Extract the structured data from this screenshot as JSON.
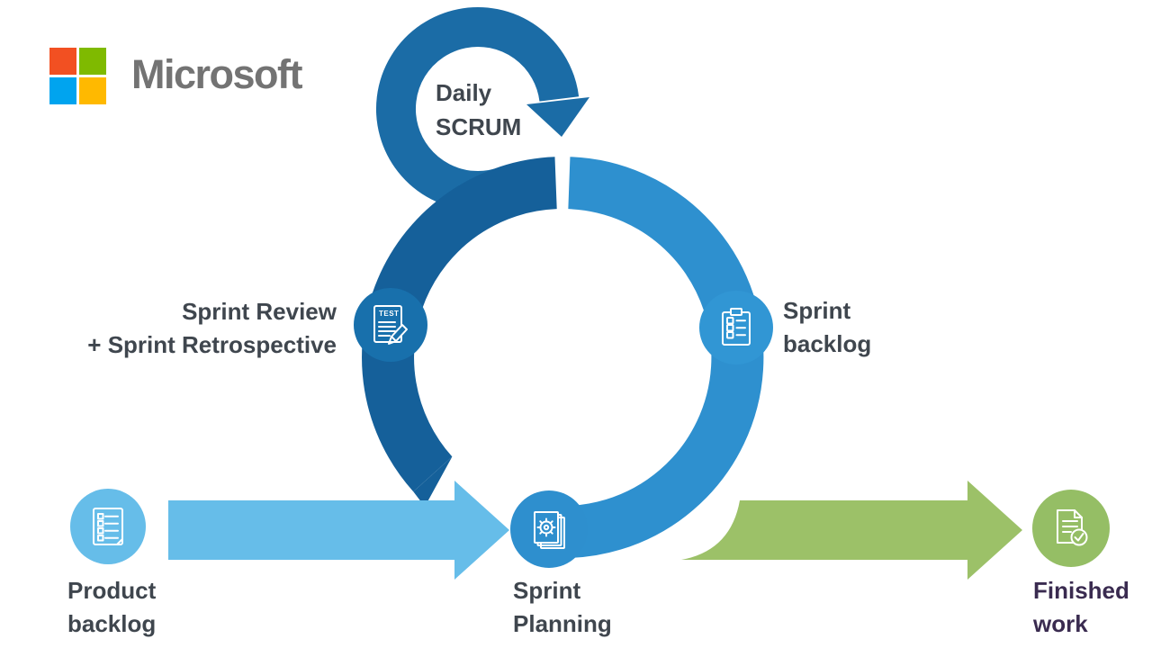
{
  "brand": {
    "name": "Microsoft",
    "text_color": "#737373",
    "squares": {
      "top_left": "#F25022",
      "top_right": "#7FBA00",
      "bottom_left": "#00A4EF",
      "bottom_right": "#FFB900"
    }
  },
  "diagram": {
    "nodes": {
      "daily": {
        "line1": "Daily",
        "line2": "SCRUM"
      },
      "sprint_review": {
        "line1": "Sprint Review",
        "line2": "+ Sprint Retrospective"
      },
      "sprint_backlog": {
        "line1": "Sprint",
        "line2": "backlog"
      },
      "product_backlog": {
        "line1": "Product",
        "line2": "backlog"
      },
      "sprint_planning": {
        "line1": "Sprint",
        "line2": "Planning"
      },
      "finished_work": {
        "line1": "Finished",
        "line2": "work"
      }
    },
    "icon_text": {
      "test": "TEST"
    },
    "colors": {
      "daily_loop": "#1B6CA6",
      "dark_arc": "#15609A",
      "light_arc": "#2E90CF",
      "review_node": "#1870AC",
      "backlog_node": "#3196D4",
      "planning_node": "#2E8FCE",
      "product_node": "#66BDE9",
      "finished_node": "#95BE65",
      "blue_arrow": "#66BDE9",
      "green_arrow": "#9CC168",
      "label_text": "#3F464E",
      "finished_label_text": "#3A2B50"
    }
  }
}
